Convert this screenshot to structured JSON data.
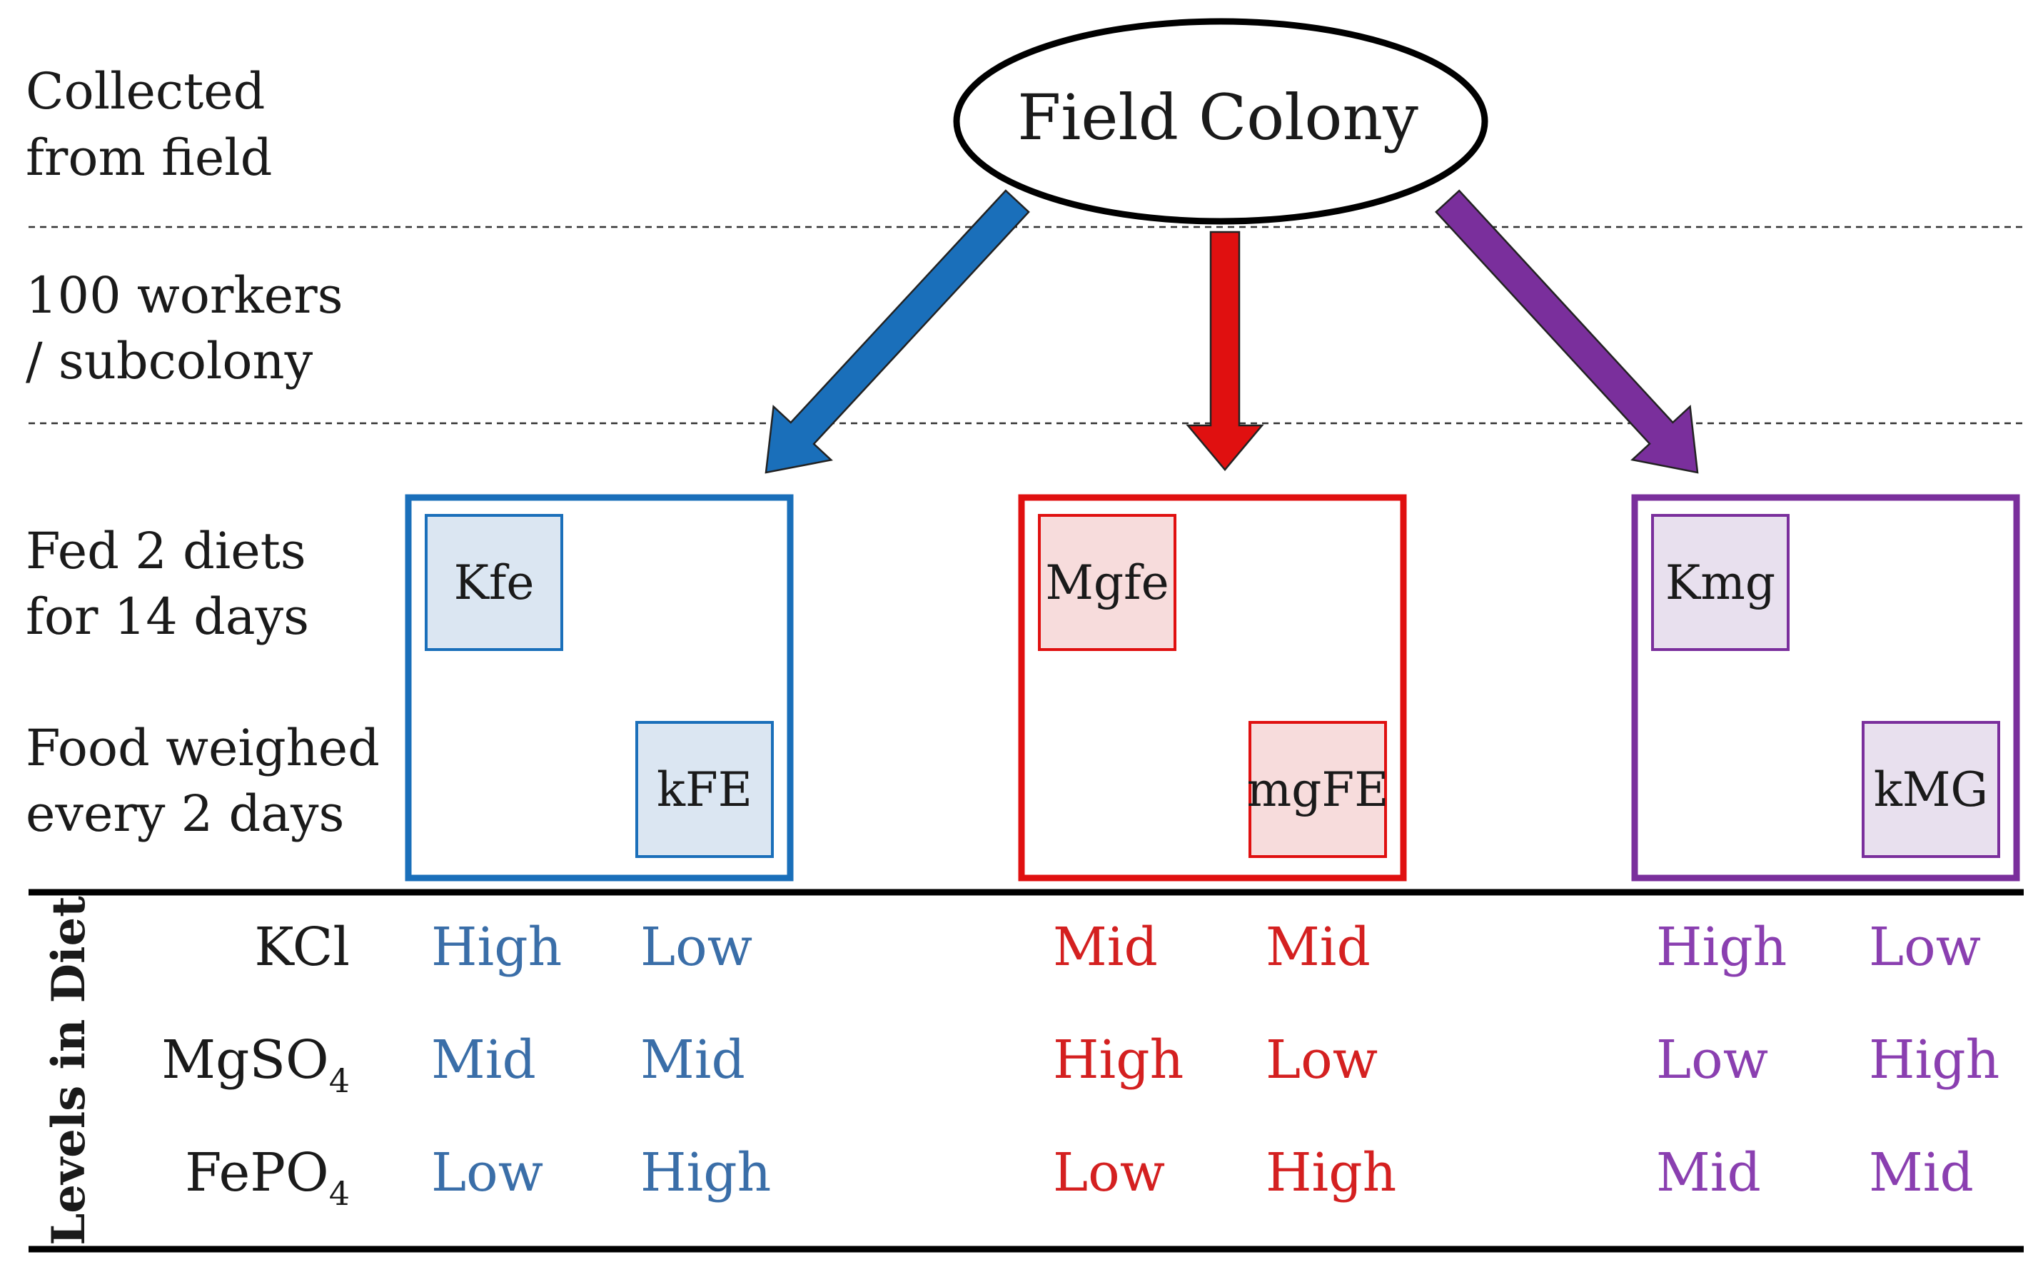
{
  "stages": {
    "collected": [
      "Collected",
      "from field"
    ],
    "workers": [
      "100 workers",
      "/ subcolony"
    ],
    "fed": [
      "Fed 2 diets",
      "for 14 days"
    ],
    "weighed": [
      "Food weighed",
      "every 2 days"
    ]
  },
  "root": {
    "label": "Field Colony"
  },
  "colors": {
    "blue": "#1a6fba",
    "red": "#e01010",
    "purple": "#7a2f9c",
    "blue_text": "#3a6ea8",
    "red_text": "#d42020",
    "purple_text": "#8a3fb0",
    "blue_fill": "#dbe6f2",
    "red_fill": "#f7dcdc",
    "purple_fill": "#e8e0ee"
  },
  "groups": [
    {
      "color": "blue",
      "diets": [
        "Kfe",
        "kFE"
      ]
    },
    {
      "color": "red",
      "diets": [
        "Mgfe",
        "mgFE"
      ]
    },
    {
      "color": "purple",
      "diets": [
        "Kmg",
        "kMG"
      ]
    }
  ],
  "table": {
    "axis_label": "Levels in Diet",
    "rows": [
      {
        "label": "KCl",
        "sub": "",
        "values": [
          "High",
          "Low",
          "Mid",
          "Mid",
          "High",
          "Low"
        ]
      },
      {
        "label": "MgSO",
        "sub": "4",
        "values": [
          "Mid",
          "Mid",
          "High",
          "Low",
          "Low",
          "High"
        ]
      },
      {
        "label": "FePO",
        "sub": "4",
        "values": [
          "Low",
          "High",
          "Low",
          "High",
          "Mid",
          "Mid"
        ]
      }
    ]
  }
}
